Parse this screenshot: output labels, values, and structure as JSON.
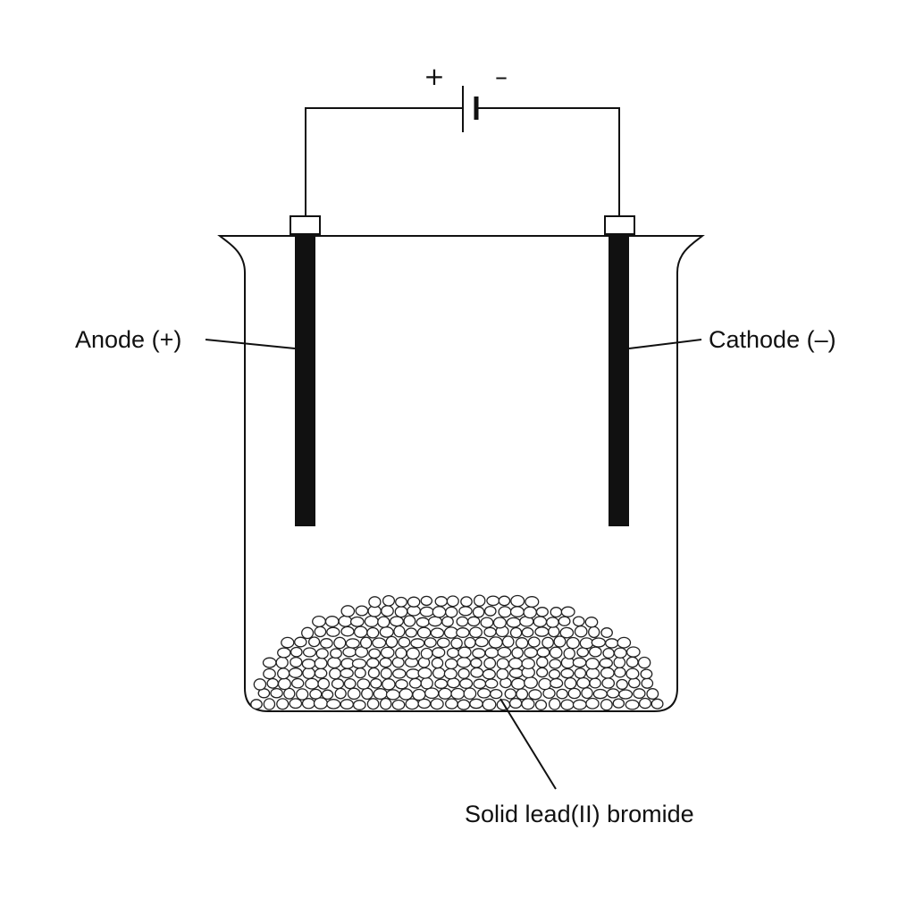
{
  "battery": {
    "positive_sign": "+",
    "negative_sign": "–"
  },
  "labels": {
    "anode": "Anode (+)",
    "cathode": "Cathode (–)",
    "solid": "Solid lead(II) bromide"
  },
  "colors": {
    "line": "#111111",
    "electrode": "#111111",
    "background": "#ffffff"
  }
}
